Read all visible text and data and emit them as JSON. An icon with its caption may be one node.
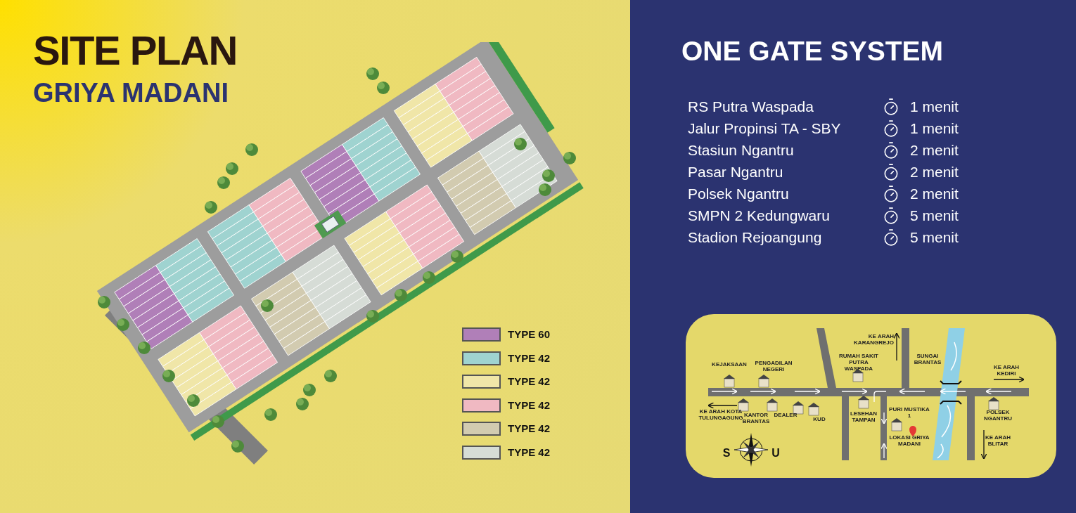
{
  "diagram": {
    "title": "SITE PLAN",
    "labels": [
      "GRIYA MADANI",
      "ONE GATE SYSTEM",
      "RS Putra Waspada",
      "1 menit",
      "Jalur Propinsi TA - SBY",
      "1 menit",
      "Stasiun Ngantru",
      "2 menit",
      "Pasar Ngantru",
      "2 menit",
      "Polsek Ngantru",
      "2 menit",
      "SMPN 2 Kedungwaru",
      "5 menit",
      "Stadion Rejoangung",
      "5 menit",
      "KE ARAH KARANGREJO",
      "RUMAH SAKIT PUTRA WASPADA",
      "SUNGAI BRANTAS",
      "KE ARAH KEDIRI",
      "KEJAKSAAN",
      "PENGADILAN NEGERI",
      "KE ARAH KOTA TULUNGAGUNG",
      "KANTOR BRANTAS",
      "DEALER",
      "KUD",
      "LESEHAN TAMPAN",
      "PURI MUSTIKA 1",
      "LOKASI GRIYA MADANI",
      "POLSEK NGANTRU",
      "KE ARAH BLITAR",
      "S",
      "U"
    ],
    "legend": [
      {
        "text": "TYPE 60",
        "color": "#b07fb8"
      },
      {
        "text": "TYPE 42",
        "color": "#9fd3d0"
      },
      {
        "text": "TYPE 42",
        "color": "#f0e6a8"
      },
      {
        "text": "TYPE 42",
        "color": "#f0b9c2"
      },
      {
        "text": "TYPE 42",
        "color": "#d2cbb0"
      },
      {
        "text": "TYPE 42",
        "color": "#d6dcd6"
      }
    ]
  }
}
